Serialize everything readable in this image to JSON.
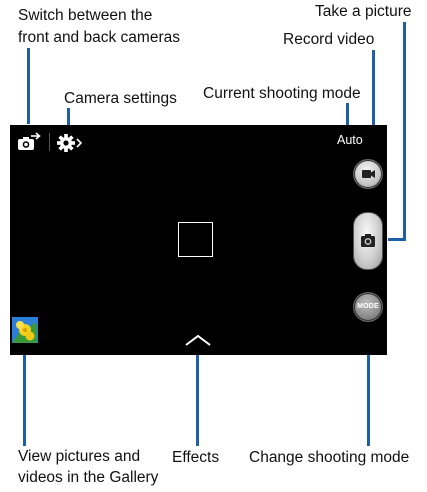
{
  "labels": {
    "switch_line1": "Switch between the",
    "switch_line2": "front and back cameras",
    "camera_settings": "Camera settings",
    "current_mode": "Current shooting mode",
    "take_picture": "Take a picture",
    "record_video": "Record video",
    "gallery_line1": "View pictures and",
    "gallery_line2": "videos in the Gallery",
    "effects": "Effects",
    "change_mode": "Change shooting mode"
  },
  "screen": {
    "mode_value": "Auto",
    "mode_button_label": "MODE"
  },
  "icons": {
    "switch": "switch-camera-icon",
    "settings": "gear-icon",
    "video": "video-camera-icon",
    "camera": "camera-icon",
    "effects": "chevron-up-icon",
    "gallery": "gallery-thumbnail"
  },
  "colors": {
    "callout_line": "#1f5fa8",
    "screen_bg": "#000000"
  }
}
